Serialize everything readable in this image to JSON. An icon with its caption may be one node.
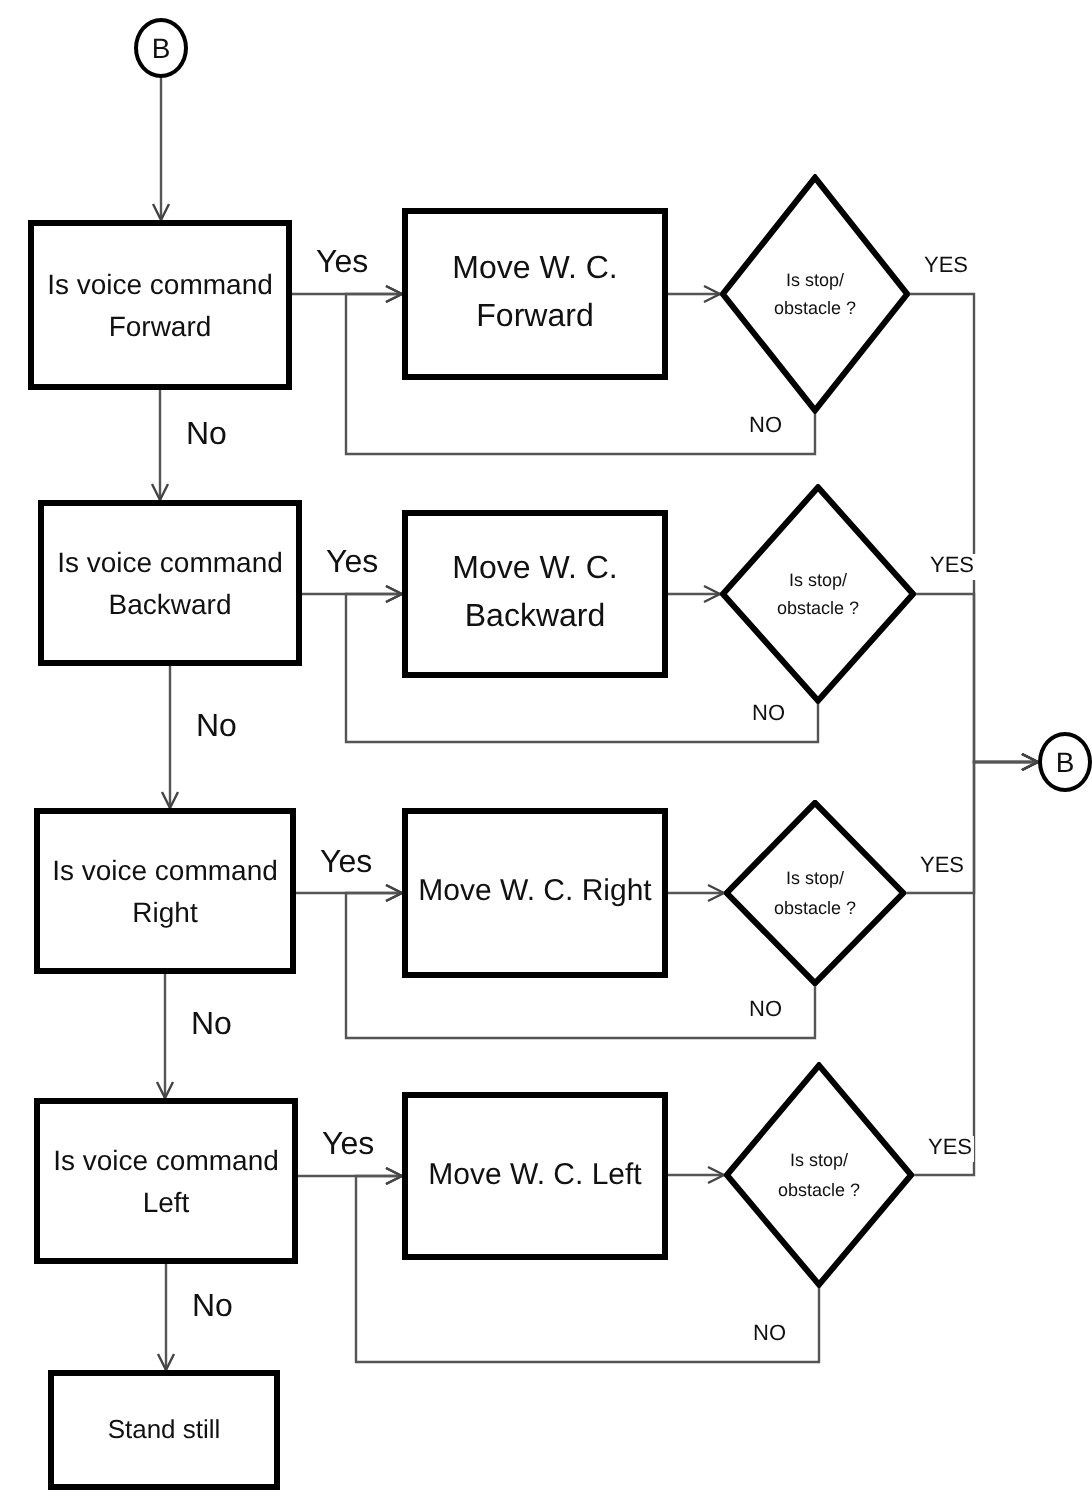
{
  "diagram": {
    "nodes": [
      {
        "text": [
          "B"
        ]
      },
      {
        "text": [
          "Is voice command Forward"
        ]
      },
      {
        "text": [
          "Move W. C. Forward"
        ]
      },
      {
        "text": [
          "Is stop/ obstacle ?"
        ]
      },
      {
        "text": [
          "Is voice command Backward"
        ]
      },
      {
        "text": [
          "Move W. C. Backward"
        ]
      },
      {
        "text": [
          "Is stop/ obstacle ?"
        ]
      },
      {
        "text": [
          "Is voice command Right"
        ]
      },
      {
        "text": [
          "Move W. C. Right"
        ]
      },
      {
        "text": [
          "Is stop/ obstacle ?"
        ]
      },
      {
        "text": [
          "Is voice command Left"
        ]
      },
      {
        "text": [
          "Move W. C. Left"
        ]
      },
      {
        "text": [
          "Is stop/ obstacle ?"
        ]
      },
      {
        "text": [
          "Stand still"
        ]
      },
      {
        "text": [
          "B"
        ]
      }
    ],
    "edges": [
      {
        "from": 0,
        "to": 1,
        "arrow": "to"
      },
      {
        "from": 1,
        "to": 2,
        "arrow": "to",
        "label": "Yes"
      },
      {
        "from": 2,
        "to": 3,
        "arrow": "to"
      },
      {
        "from": 3,
        "to": 2,
        "arrow": "to",
        "label": "NO"
      },
      {
        "from": 3,
        "to": 14,
        "arrow": "to",
        "label": "YES"
      },
      {
        "from": 1,
        "to": 4,
        "arrow": "to",
        "label": "No"
      },
      {
        "from": 4,
        "to": 5,
        "arrow": "to",
        "label": "Yes"
      },
      {
        "from": 5,
        "to": 6,
        "arrow": "to"
      },
      {
        "from": 6,
        "to": 5,
        "arrow": "to",
        "label": "NO"
      },
      {
        "from": 6,
        "to": 14,
        "arrow": "to",
        "label": "YES"
      },
      {
        "from": 4,
        "to": 7,
        "arrow": "to",
        "label": "No"
      },
      {
        "from": 7,
        "to": 8,
        "arrow": "to",
        "label": "Yes"
      },
      {
        "from": 8,
        "to": 9,
        "arrow": "to"
      },
      {
        "from": 9,
        "to": 8,
        "arrow": "to",
        "label": "NO"
      },
      {
        "from": 9,
        "to": 14,
        "arrow": "to",
        "label": "YES"
      },
      {
        "from": 7,
        "to": 10,
        "arrow": "to",
        "label": "No"
      },
      {
        "from": 10,
        "to": 11,
        "arrow": "to",
        "label": "Yes"
      },
      {
        "from": 11,
        "to": 12,
        "arrow": "to"
      },
      {
        "from": 12,
        "to": 11,
        "arrow": "to",
        "label": "NO"
      },
      {
        "from": 12,
        "to": 14,
        "arrow": "to",
        "label": "YES"
      },
      {
        "from": 10,
        "to": 13,
        "arrow": "to",
        "label": "No"
      }
    ]
  }
}
